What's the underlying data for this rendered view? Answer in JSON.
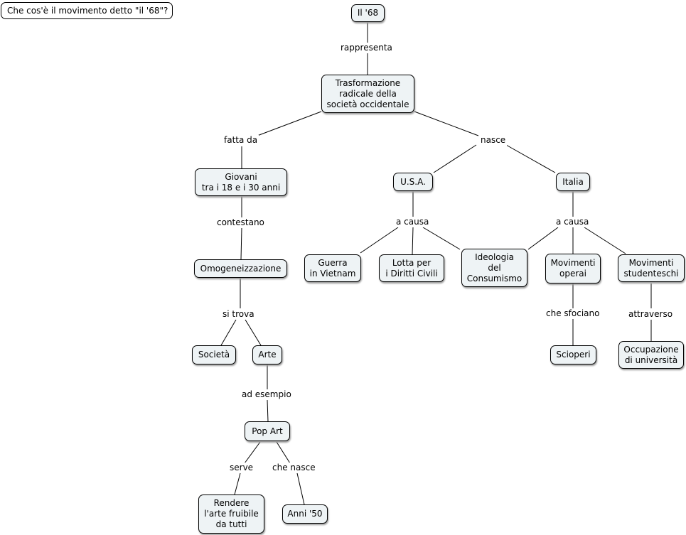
{
  "question": "Che cos'è il movimento detto \"il '68\"?",
  "nodes": {
    "il68": "Il '68",
    "trasformazione": "Trasformazione\nradicale della\nsocietà occidentale",
    "giovani": "Giovani\ntra i 18 e i 30 anni",
    "usa": "U.S.A.",
    "italia": "Italia",
    "omogeneizzazione": "Omogeneizzazione",
    "guerra": "Guerra\nin Vietnam",
    "lotta": "Lotta per\ni Diritti Civili",
    "ideologia": "Ideologia\ndel\nConsumismo",
    "movimenti_operai": "Movimenti\noperai",
    "movimenti_studenteschi": "Movimenti\nstudenteschi",
    "societa": "Società",
    "arte": "Arte",
    "scioperi": "Scioperi",
    "occupazione": "Occupazione\ndi università",
    "pop_art": "Pop Art",
    "rendere": "Rendere\nl'arte fruibile\nda tutti",
    "anni50": "Anni '50"
  },
  "links": {
    "rappresenta": "rappresenta",
    "fatta_da": "fatta da",
    "nasce": "nasce",
    "contestano": "contestano",
    "a_causa_usa": "a causa",
    "a_causa_italia": "a causa",
    "si_trova": "si trova",
    "che_sfociano": "che sfociano",
    "attraverso": "attraverso",
    "ad_esempio": "ad esempio",
    "serve": "serve",
    "che_nasce": "che nasce"
  }
}
